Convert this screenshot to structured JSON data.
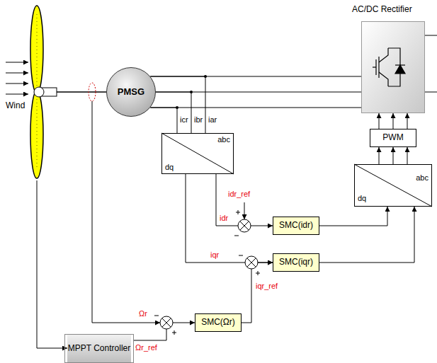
{
  "diagram": {
    "nodes": [
      {
        "text": [
          "PMSG"
        ]
      },
      {
        "text": [
          "AC/DC Rectifier"
        ]
      },
      {
        "text": [
          "PWM"
        ]
      },
      {
        "text": [
          "abc",
          "dq"
        ]
      },
      {
        "text": [
          "abc",
          "dq"
        ]
      },
      {
        "text": [
          "SMC(idr)"
        ]
      },
      {
        "text": [
          "SMC(iqr)"
        ]
      },
      {
        "text": [
          "SMC(Ωr)"
        ]
      },
      {
        "text": [
          "MPPT Controller"
        ]
      }
    ],
    "edges": [
      {
        "from": 0,
        "to": 1,
        "arrow": "none"
      },
      {
        "from": 0,
        "to": 1,
        "arrow": "none"
      },
      {
        "from": 0,
        "to": 1,
        "arrow": "none"
      },
      {
        "from": 0,
        "to": 3,
        "label": "iar",
        "arrow": "none"
      },
      {
        "from": 0,
        "to": 3,
        "label": "ibr",
        "arrow": "none"
      },
      {
        "from": 0,
        "to": 3,
        "label": "icr",
        "arrow": "none"
      },
      {
        "from": 2,
        "to": 1,
        "arrow": "to"
      },
      {
        "from": 2,
        "to": 1,
        "arrow": "to"
      },
      {
        "from": 2,
        "to": 1,
        "arrow": "to"
      },
      {
        "from": 4,
        "to": 2,
        "arrow": "to"
      },
      {
        "from": 4,
        "to": 2,
        "arrow": "to"
      },
      {
        "from": 4,
        "to": 2,
        "arrow": "to"
      },
      {
        "from": 3,
        "to": 5,
        "label": "idr",
        "arrow": "to"
      },
      {
        "from": 3,
        "to": 6,
        "label": "iqr",
        "arrow": "to"
      },
      {
        "from": 5,
        "to": 4,
        "arrow": "to"
      },
      {
        "from": 6,
        "to": 4,
        "arrow": "to"
      },
      {
        "from": 7,
        "to": 6,
        "label": "iqr_ref",
        "arrow": "to"
      },
      {
        "from": 8,
        "to": 7,
        "label": "Ωr_ref",
        "arrow": "to"
      }
    ],
    "labels": [
      "Wind",
      "idr_ref",
      "Ωr"
    ]
  }
}
